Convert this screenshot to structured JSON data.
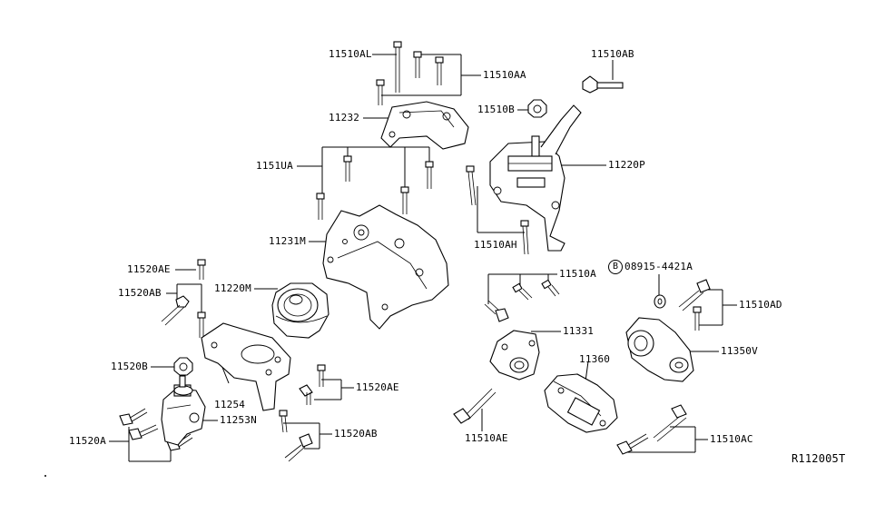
{
  "diagram_code": "R112005T",
  "labels": {
    "l11510AL": "11510AL",
    "l11510AA": "11510AA",
    "l11510AB": "11510AB",
    "l11232": "11232",
    "l11510B": "11510B",
    "l11220P": "11220P",
    "l1151UA": "1151UA",
    "l11231M": "11231M",
    "l11510AH": "11510AH",
    "l11520AE": "11520AE",
    "l11520AB": "11520AB",
    "l11220M": "11220M",
    "l11510A": "11510A",
    "l08915": "08915-4421A",
    "l11510AD": "11510AD",
    "l11331": "11331",
    "l11350V": "11350V",
    "l11520B": "11520B",
    "l11254": "11254",
    "l11520AE_2": "11520AE",
    "l11360": "11360",
    "l11253N": "11253N",
    "l11520A": "11520A",
    "l11520AB_2": "11520AB",
    "l11510AE": "11510AE",
    "l11510AC": "11510AC"
  },
  "b_symbol": "B"
}
